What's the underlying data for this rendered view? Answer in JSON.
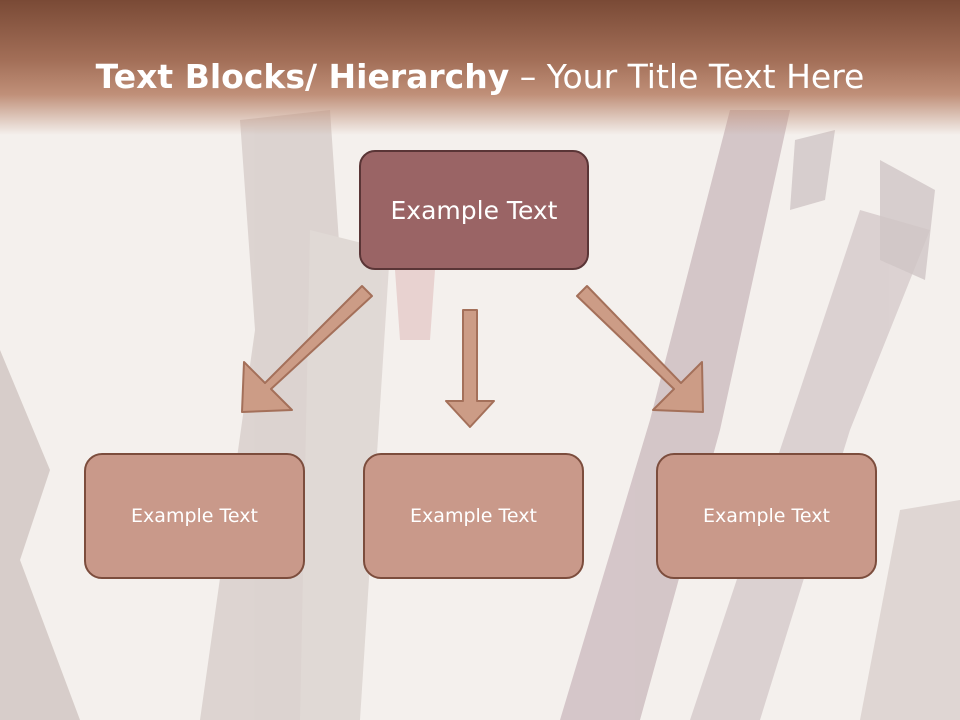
{
  "slide": {
    "title_bold": "Text Blocks/ Hierarchy",
    "title_rest": " – Your Title Text Here",
    "top_box": "Example Text",
    "child_boxes": [
      "Example Text",
      "Example Text",
      "Example Text"
    ]
  },
  "colors": {
    "header": "#a36f58",
    "top_box_fill": "#9a6465",
    "child_box_fill": "#c9998a",
    "arrow_fill": "#cc9c86",
    "arrow_stroke": "#a4705a"
  },
  "icons": [
    "down-arrow-icon",
    "diagonal-arrow-icon"
  ]
}
